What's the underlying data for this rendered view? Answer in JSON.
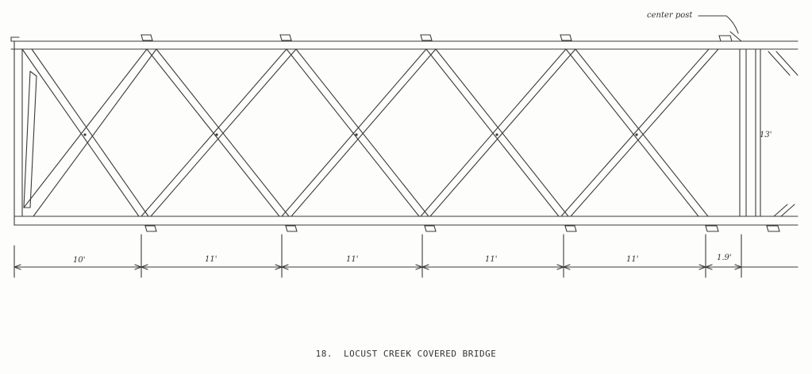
{
  "figure": {
    "number": "18.",
    "title": "LOCUST CREEK COVERED BRIDGE"
  },
  "annotations": {
    "center_post": "center post",
    "height": "13'"
  },
  "dimensions": [
    "10'",
    "11'",
    "11'",
    "11'",
    "11'",
    "1.9'"
  ],
  "colors": {
    "ink": "#3a3a3a",
    "paper": "#fdfdfb"
  }
}
